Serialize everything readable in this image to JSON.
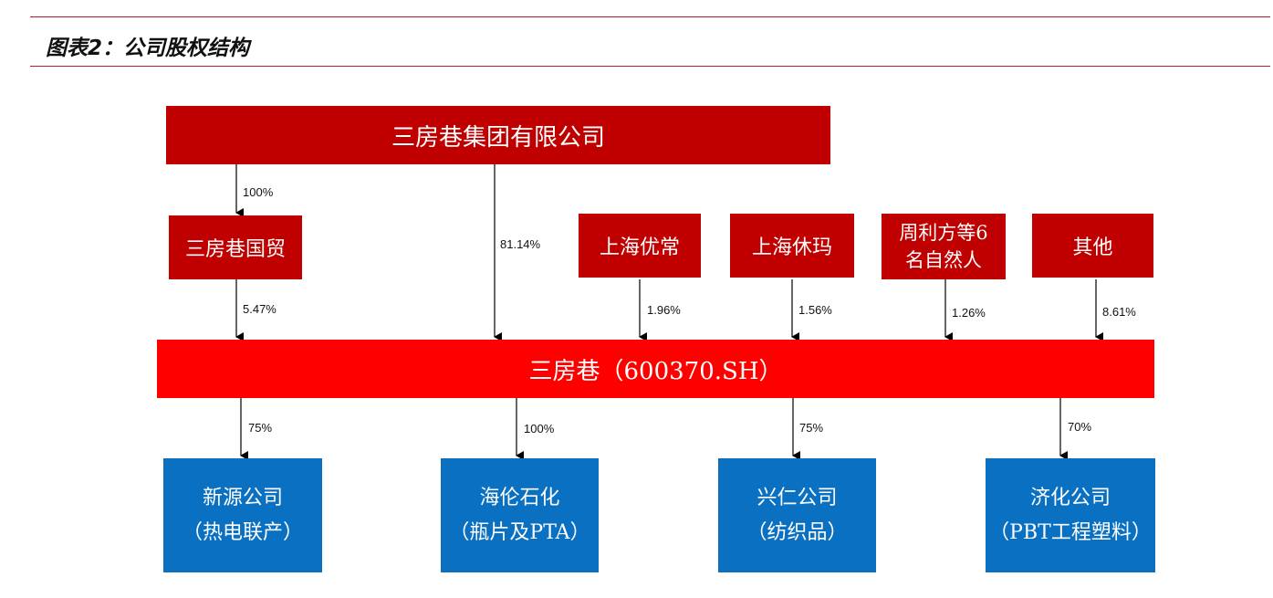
{
  "figure": {
    "caption": "图表2：公司股权结构"
  },
  "parent": {
    "name": "三房巷集团有限公司"
  },
  "shareholders": [
    {
      "name": "三房巷国贸",
      "pct_to_company": "5.47%"
    },
    {
      "name": "上海优常",
      "pct_to_company": "1.96%"
    },
    {
      "name": "上海休玛",
      "pct_to_company": "1.56%"
    },
    {
      "name_line1": "周利方等6",
      "name_line2": "名自然人",
      "pct_to_company": "1.26%"
    },
    {
      "name": "其他",
      "pct_to_company": "8.61%"
    }
  ],
  "parent_links": {
    "to_guomao": "100%",
    "to_company": "81.14%"
  },
  "company": {
    "name": "三房巷（600370.SH）"
  },
  "subsidiaries": [
    {
      "line1": "新源公司",
      "line2": "（热电联产）",
      "pct": "75%"
    },
    {
      "line1": "海伦石化",
      "line2": "（瓶片及PTA）",
      "pct": "100%"
    },
    {
      "line1": "兴仁公司",
      "line2": "（纺织品）",
      "pct": "75%"
    },
    {
      "line1": "济化公司",
      "line2": "（PBT工程塑料）",
      "pct": "70%"
    }
  ],
  "colors": {
    "parent_box": "#c00000",
    "company_box": "#ff0000",
    "subsidiary_box": "#0a70c2",
    "rule": "#b0202a"
  }
}
